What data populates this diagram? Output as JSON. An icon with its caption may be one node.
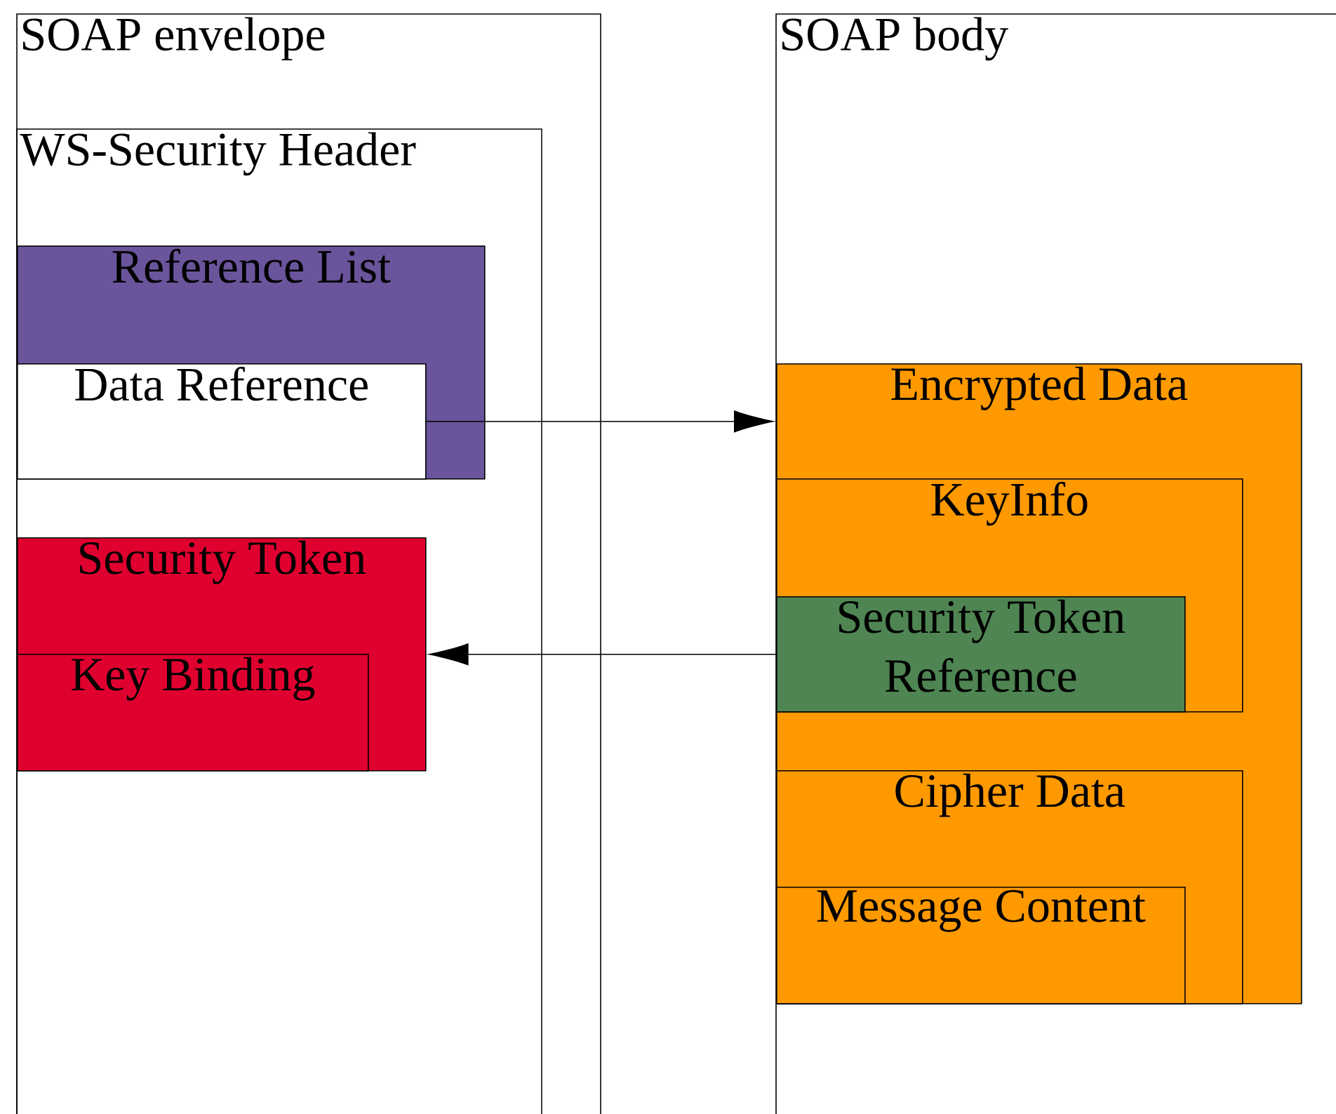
{
  "diagram": {
    "nodes": [
      {
        "text": [
          "SOAP envelope"
        ]
      },
      {
        "text": [
          "WS-Security Header"
        ],
        "in": 0
      },
      {
        "text": [
          "Reference List"
        ],
        "in": 1
      },
      {
        "text": [
          "Data Reference"
        ],
        "in": 2
      },
      {
        "text": [
          "Security Token"
        ],
        "in": 1
      },
      {
        "text": [
          "Key Binding"
        ],
        "in": 4
      },
      {
        "text": [
          "SOAP body"
        ]
      },
      {
        "text": [
          "Encrypted Data"
        ],
        "in": 6
      },
      {
        "text": [
          "KeyInfo"
        ],
        "in": 7
      },
      {
        "text": [
          "Security Token Reference"
        ],
        "in": 8
      },
      {
        "text": [
          "Cipher Data"
        ],
        "in": 7
      },
      {
        "text": [
          "Message Content"
        ],
        "in": 10
      }
    ],
    "edges": [
      {
        "from": 3,
        "to": 7,
        "arrow": "to"
      },
      {
        "from": 9,
        "to": 4,
        "arrow": "to"
      }
    ]
  }
}
